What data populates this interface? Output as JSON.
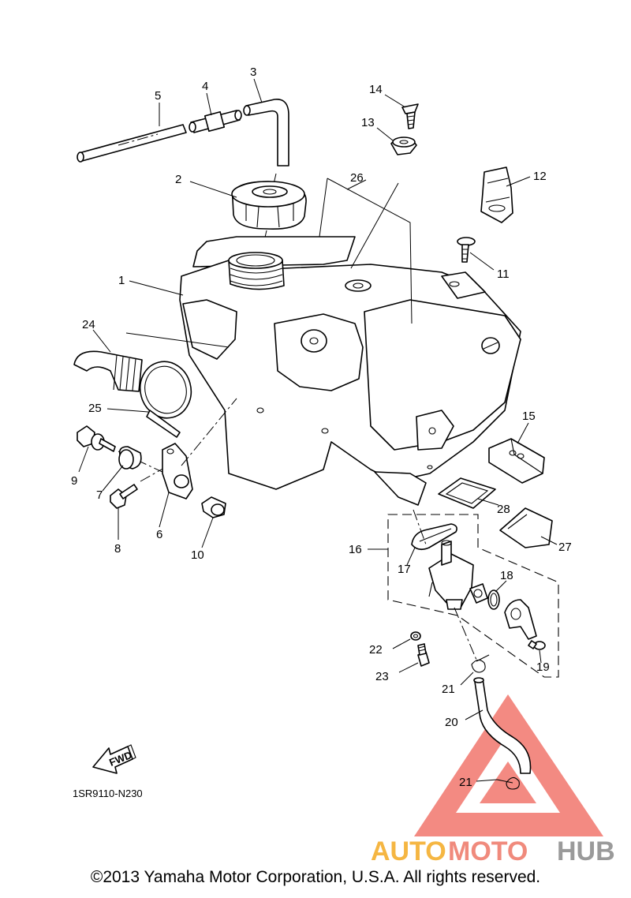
{
  "diagram_code": "1SR9110-N230",
  "fwd_label": "FWD",
  "copyright": "©2013 Yamaha Motor Corporation, U.S.A. All rights reserved.",
  "watermark": {
    "brand_part1": "AUTO",
    "brand_part2": "MOTO",
    "brand_part3": "HUB",
    "color1": "#f5b642",
    "color2": "#f08a7c",
    "color3": "#9a9a9a",
    "triangle_color": "#f27d74"
  },
  "callouts": [
    "1",
    "2",
    "3",
    "4",
    "5",
    "6",
    "7",
    "8",
    "9",
    "10",
    "11",
    "12",
    "13",
    "14",
    "15",
    "16",
    "17",
    "18",
    "19",
    "20",
    "21",
    "21",
    "22",
    "23",
    "24",
    "25",
    "26",
    "27",
    "28"
  ]
}
